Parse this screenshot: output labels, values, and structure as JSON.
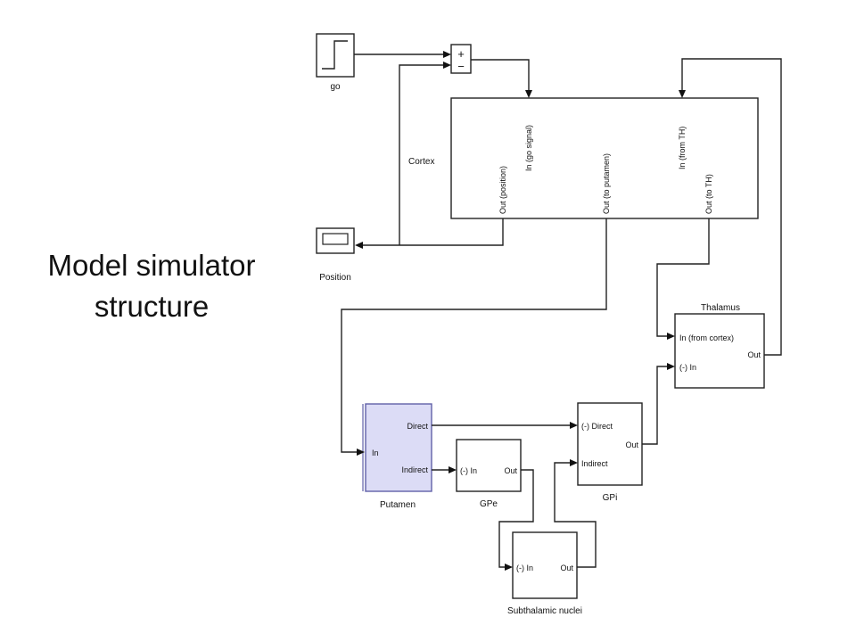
{
  "title_lines": [
    "Model simulator",
    "structure"
  ],
  "blocks": {
    "go": {
      "label": "go"
    },
    "sum": {
      "plus": "+",
      "minus": "−"
    },
    "cortex": {
      "label": "Cortex",
      "ports": [
        "In (go signal)",
        "In (from TH)",
        "Out (position)",
        "Out (to putamen)",
        "Out (to TH)"
      ]
    },
    "position": {
      "label": "Position"
    },
    "thalamus": {
      "label": "Thalamus",
      "in1": "In (from cortex)",
      "in2": "(-) In",
      "out": "Out"
    },
    "putamen": {
      "label": "Putamen",
      "in": "In",
      "out1": "Direct",
      "out2": "Indirect"
    },
    "gpe": {
      "label": "GPe",
      "in": "(-) In",
      "out": "Out"
    },
    "gpi": {
      "label": "GPi",
      "in1": "(-) Direct",
      "in2": "Indirect",
      "out": "Out"
    },
    "stn": {
      "label": "Subthalamic nuclei",
      "in": "(-) In",
      "out": "Out"
    }
  },
  "colors": {
    "putamen_fill": "#dcdcf6",
    "putamen_stroke": "#6060a8",
    "line": "#222222"
  }
}
